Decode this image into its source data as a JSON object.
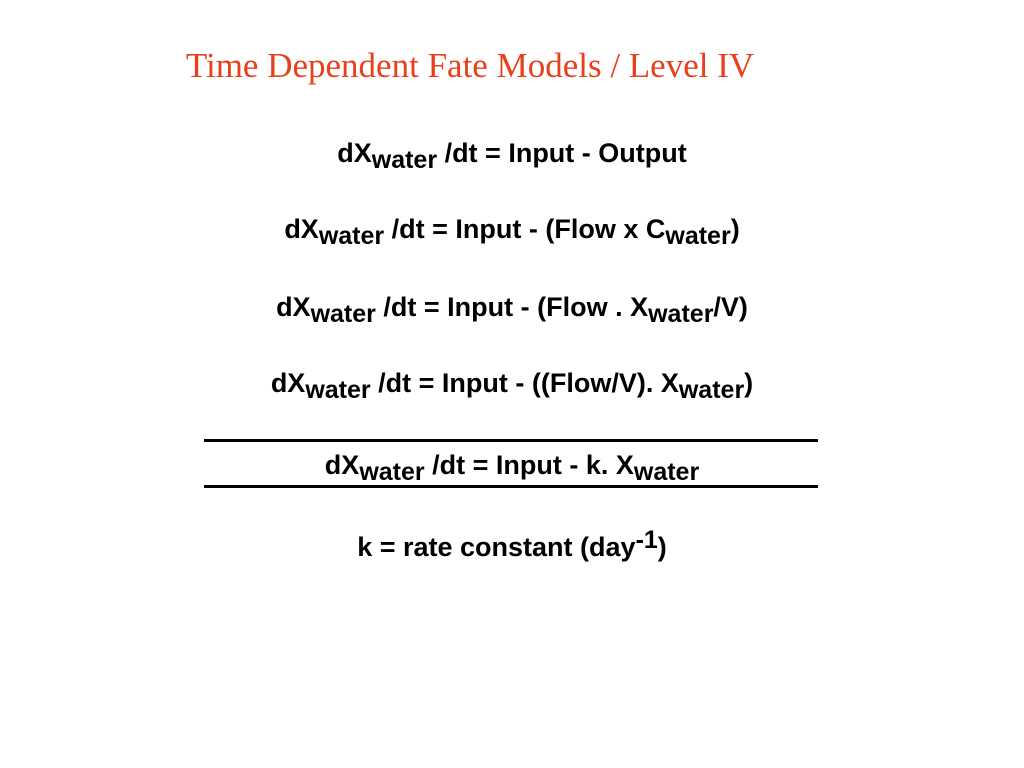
{
  "slide": {
    "title": "Time Dependent Fate Models / Level IV",
    "title_color": "#e8401c",
    "equations": [
      {
        "main_a": "dX",
        "sub_a": "water",
        "main_b": " /dt = Input - Output"
      },
      {
        "main_a": "dX",
        "sub_a": "water",
        "main_b": " /dt = Input - (Flow x C",
        "sub_b": "water",
        "main_c": ")"
      },
      {
        "main_a": "dX",
        "sub_a": "water",
        "main_b": " /dt = Input - (Flow . X",
        "sub_b": "water",
        "main_c": "/V)"
      },
      {
        "main_a": "dX",
        "sub_a": "water",
        "main_b": " /dt = Input - ((Flow/V). X",
        "sub_b": "water",
        "main_c": ")"
      },
      {
        "main_a": "dX",
        "sub_a": "water",
        "main_b": " /dt = Input - k. X",
        "sub_b": "water"
      }
    ],
    "rate_constant": {
      "main_a": "k = rate constant (day",
      "sup_a": "-1",
      "main_b": ")"
    }
  }
}
